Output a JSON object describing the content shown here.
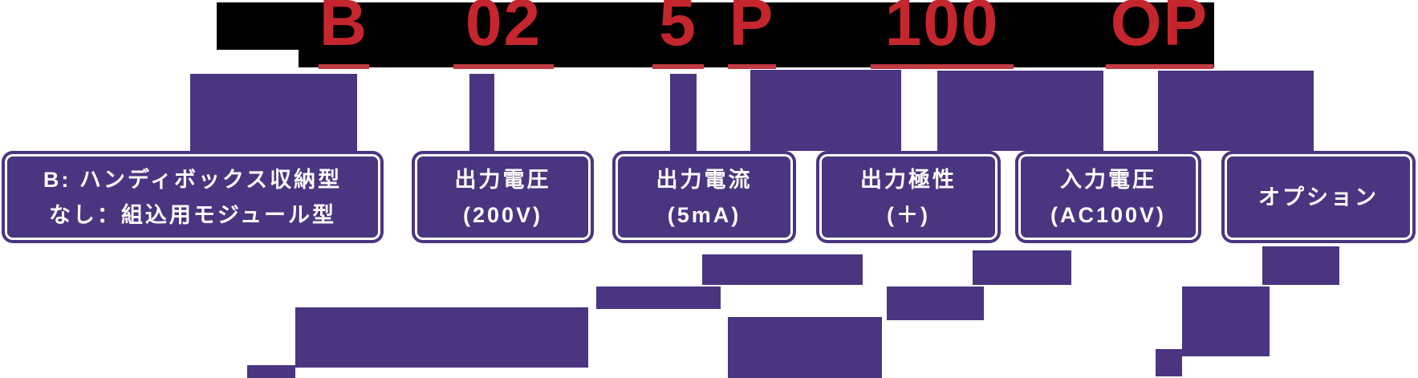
{
  "colors": {
    "code_red": "#c5262e",
    "underline_red": "#c23a41",
    "purple": "#4a3581",
    "black_band": "#000000",
    "box_text": "#ffffff",
    "background": "#ffffff"
  },
  "code": {
    "segments": [
      {
        "text": "B"
      },
      {
        "text": "02"
      },
      {
        "text": "5"
      },
      {
        "text": "P"
      },
      {
        "text": "100"
      },
      {
        "text": "OP"
      }
    ]
  },
  "boxes": [
    {
      "lines": [
        "B: ハンディボックス収納型",
        "なし：組込用モジュール型"
      ]
    },
    {
      "lines": [
        "出力電圧",
        "(200V)"
      ]
    },
    {
      "lines": [
        "出力電流",
        "(5mA)"
      ]
    },
    {
      "lines": [
        "出力極性",
        "(＋)"
      ]
    },
    {
      "lines": [
        "入力電圧",
        "(AC100V)"
      ]
    },
    {
      "lines": [
        "オプション"
      ]
    }
  ]
}
